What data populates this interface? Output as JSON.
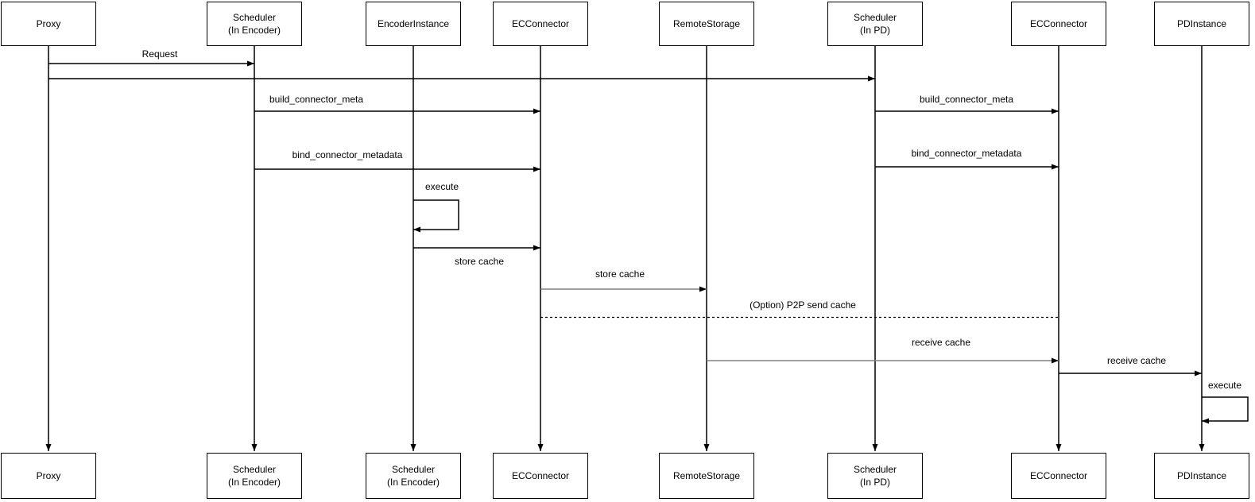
{
  "diagram": {
    "type": "sequence-diagram",
    "colors": {
      "line": "#000000",
      "muted_line": "#808080",
      "box_border": "#000000",
      "background": "#ffffff",
      "text": "#000000"
    },
    "participants": [
      {
        "id": "proxy",
        "top_label": "Proxy",
        "bottom_label": "Proxy"
      },
      {
        "id": "scheduler-encoder",
        "top_label": "Scheduler\n(In Encoder)",
        "bottom_label": "Scheduler\n(In Encoder)"
      },
      {
        "id": "encoder-instance",
        "top_label": "EncoderInstance",
        "bottom_label": "Scheduler\n(In Encoder)"
      },
      {
        "id": "ec-connector",
        "top_label": "ECConnector",
        "bottom_label": "ECConnector"
      },
      {
        "id": "remote-storage",
        "top_label": "RemoteStorage",
        "bottom_label": "RemoteStorage"
      },
      {
        "id": "scheduler-pd",
        "top_label": "Scheduler\n(In PD)",
        "bottom_label": "Scheduler\n(In PD)"
      },
      {
        "id": "ec-connector-2",
        "top_label": "ECConnector",
        "bottom_label": "ECConnector"
      },
      {
        "id": "pd-instance",
        "top_label": "PDInstance",
        "bottom_label": "PDInstance"
      }
    ],
    "messages": {
      "request": {
        "label": "Request",
        "from": "proxy",
        "to": "scheduler-encoder"
      },
      "proxy_to_pd": {
        "label": "",
        "from": "proxy",
        "to": "scheduler-pd"
      },
      "build_left": {
        "label": "build_connector_meta",
        "from": "scheduler-encoder",
        "to": "ec-connector"
      },
      "build_right": {
        "label": "build_connector_meta",
        "from": "scheduler-pd",
        "to": "ec-connector-2"
      },
      "bind_left": {
        "label": "bind_connector_metadata",
        "from": "scheduler-encoder",
        "to": "ec-connector"
      },
      "bind_right": {
        "label": "bind_connector_metadata",
        "from": "scheduler-pd",
        "to": "ec-connector-2"
      },
      "execute_encoder": {
        "label": "execute",
        "from": "encoder-instance",
        "to": "encoder-instance"
      },
      "store_cache_1": {
        "label": "store cache",
        "from": "encoder-instance",
        "to": "ec-connector"
      },
      "store_cache_2": {
        "label": "store cache",
        "from": "ec-connector",
        "to": "remote-storage"
      },
      "p2p_send_cache": {
        "label": "(Option) P2P send cache",
        "from": "ec-connector",
        "to": "ec-connector-2"
      },
      "receive_cache_1": {
        "label": "receive cache",
        "from": "remote-storage",
        "to": "ec-connector-2"
      },
      "receive_cache_2": {
        "label": "receive cache",
        "from": "ec-connector-2",
        "to": "pd-instance"
      },
      "execute_pd": {
        "label": "execute",
        "from": "pd-instance",
        "to": "pd-instance"
      }
    }
  }
}
